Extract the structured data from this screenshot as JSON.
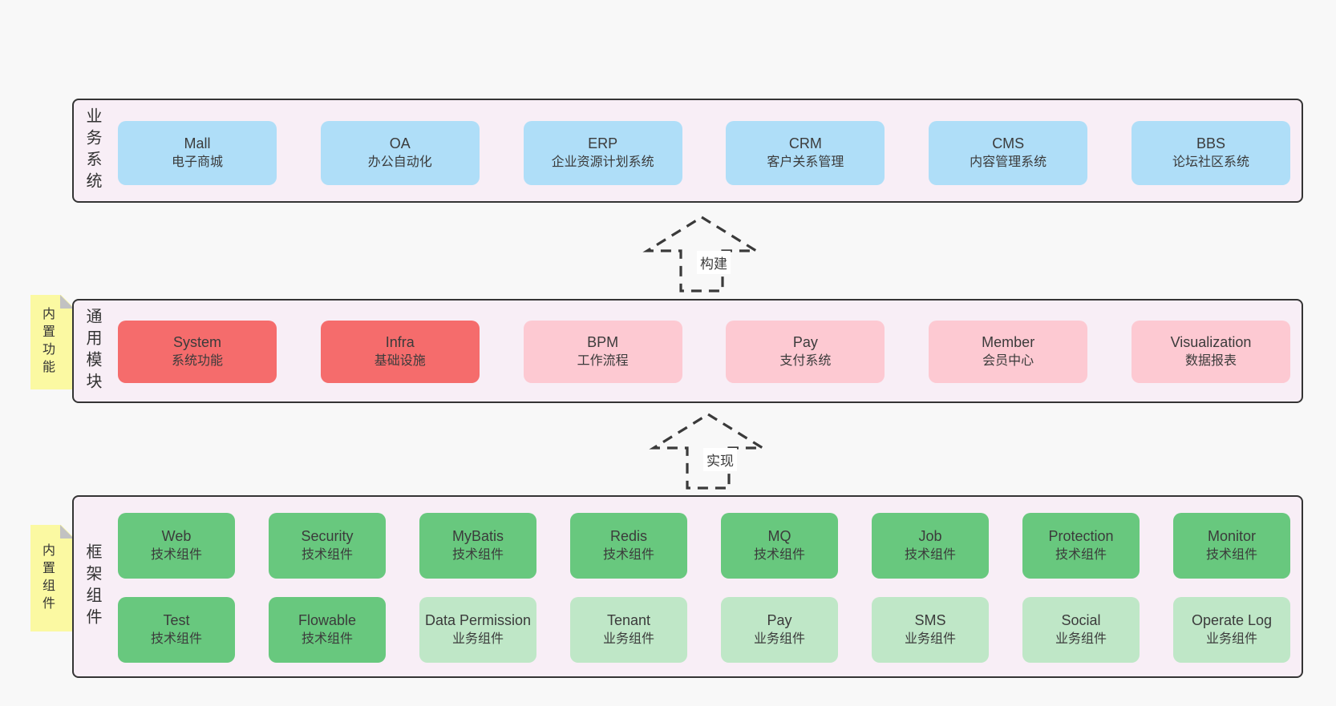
{
  "diagram": {
    "palette": {
      "page_bg": "#f8f8f8",
      "container_bg": "#f8eef6",
      "container_border": "#343434",
      "blue_box": "#afdef8",
      "red_box": "#f56c6c",
      "pink_box": "#fdc9d2",
      "green_box": "#68c87e",
      "light_green_box": "#bfe7c7",
      "sticky_bg": "#fbf9a2",
      "sticky_fold": "#c2c2c2",
      "text": "#3b3b3b"
    },
    "arrows": [
      {
        "label": "构建"
      },
      {
        "label": "实现"
      }
    ],
    "layers": [
      {
        "label": "业务系统",
        "boxes": [
          {
            "title": "Mall",
            "subtitle": "电子商城"
          },
          {
            "title": "OA",
            "subtitle": "办公自动化"
          },
          {
            "title": "ERP",
            "subtitle": "企业资源计划系统"
          },
          {
            "title": "CRM",
            "subtitle": "客户关系管理"
          },
          {
            "title": "CMS",
            "subtitle": "内容管理系统"
          },
          {
            "title": "BBS",
            "subtitle": "论坛社区系统"
          }
        ]
      },
      {
        "label": "通用模块",
        "sticky": "内置功能",
        "boxes": [
          {
            "title": "System",
            "subtitle": "系统功能"
          },
          {
            "title": "Infra",
            "subtitle": "基础设施"
          },
          {
            "title": "BPM",
            "subtitle": "工作流程"
          },
          {
            "title": "Pay",
            "subtitle": "支付系统"
          },
          {
            "title": "Member",
            "subtitle": "会员中心"
          },
          {
            "title": "Visualization",
            "subtitle": "数据报表"
          }
        ]
      },
      {
        "label": "框架组件",
        "sticky": "内置组件",
        "rows": [
          [
            {
              "title": "Web",
              "subtitle": "技术组件"
            },
            {
              "title": "Security",
              "subtitle": "技术组件"
            },
            {
              "title": "MyBatis",
              "subtitle": "技术组件"
            },
            {
              "title": "Redis",
              "subtitle": "技术组件"
            },
            {
              "title": "MQ",
              "subtitle": "技术组件"
            },
            {
              "title": "Job",
              "subtitle": "技术组件"
            },
            {
              "title": "Protection",
              "subtitle": "技术组件"
            },
            {
              "title": "Monitor",
              "subtitle": "技术组件"
            }
          ],
          [
            {
              "title": "Test",
              "subtitle": "技术组件"
            },
            {
              "title": "Flowable",
              "subtitle": "技术组件"
            },
            {
              "title": "Data Permission",
              "subtitle": "业务组件"
            },
            {
              "title": "Tenant",
              "subtitle": "业务组件"
            },
            {
              "title": "Pay",
              "subtitle": "业务组件"
            },
            {
              "title": "SMS",
              "subtitle": "业务组件"
            },
            {
              "title": "Social",
              "subtitle": "业务组件"
            },
            {
              "title": "Operate Log",
              "subtitle": "业务组件"
            }
          ]
        ]
      }
    ]
  }
}
